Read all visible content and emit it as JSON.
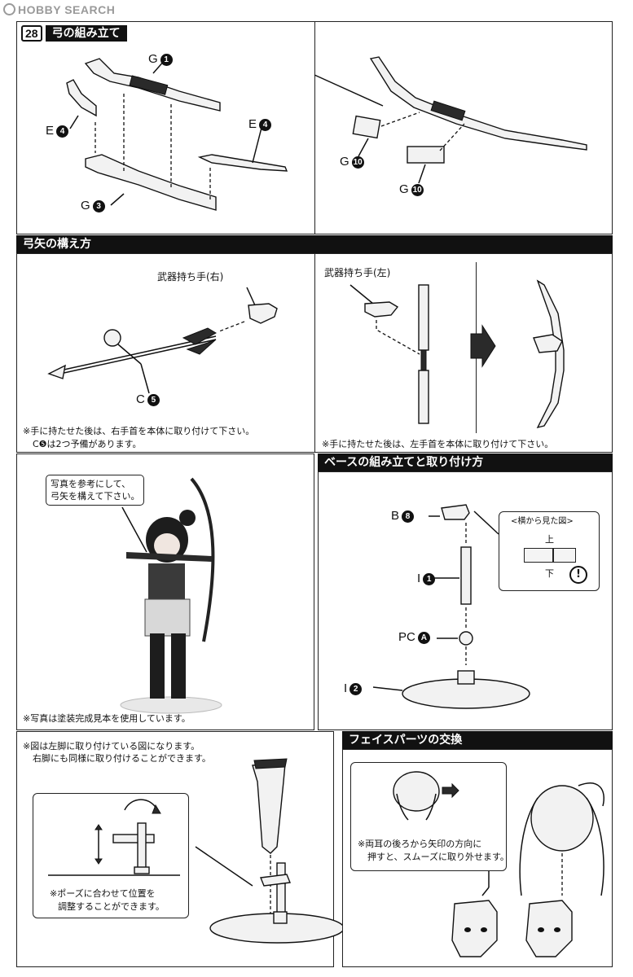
{
  "watermark": {
    "text": "HOBBY SEARCH"
  },
  "step28": {
    "number": "28",
    "title": "弓の組み立て",
    "labels": {
      "g1": "G",
      "g1n": "1",
      "e4a": "E",
      "e4an": "4",
      "e4b": "E",
      "e4bn": "4",
      "g3": "G",
      "g3n": "3",
      "g10a": "G",
      "g10an": "10",
      "g10b": "G",
      "g10bn": "10"
    }
  },
  "arrow_section": {
    "title": "弓矢の構え方",
    "left": {
      "hand_label": "武器持ち手(右)",
      "c5": "C",
      "c5n": "5",
      "note1": "※手に持たせた後は、右手首を本体に取り付けて下さい。",
      "note2": "C❺は2つ予備があります。"
    },
    "right": {
      "hand_label": "武器持ち手(左)",
      "note": "※手に持たせた後は、左手首を本体に取り付けて下さい。"
    }
  },
  "photo_section": {
    "bubble": [
      "写真を参考にして、",
      "弓矢を構えて下さい。"
    ],
    "note": "※写真は塗装完成見本を使用しています。"
  },
  "base_section": {
    "title": "ベースの組み立てと取り付け方",
    "labels": {
      "b8": "B",
      "b8n": "8",
      "i1": "I",
      "i1n": "1",
      "pca": "PC",
      "pcan": "A",
      "i2": "I",
      "i2n": "2"
    },
    "inset": {
      "title": "<横から見た図>",
      "top": "上",
      "bottom": "下",
      "warn": "!"
    }
  },
  "leg_section": {
    "note1": "※図は左脚に取り付けている図になります。",
    "note2": "右脚にも同様に取り付けることができます。",
    "inset_note": [
      "※ポーズに合わせて位置を",
      "調整することができます。"
    ]
  },
  "face_section": {
    "title": "フェイスパーツの交換",
    "note": [
      "※両耳の後ろから矢印の方向に",
      "押すと、スムーズに取り外せます。"
    ]
  }
}
